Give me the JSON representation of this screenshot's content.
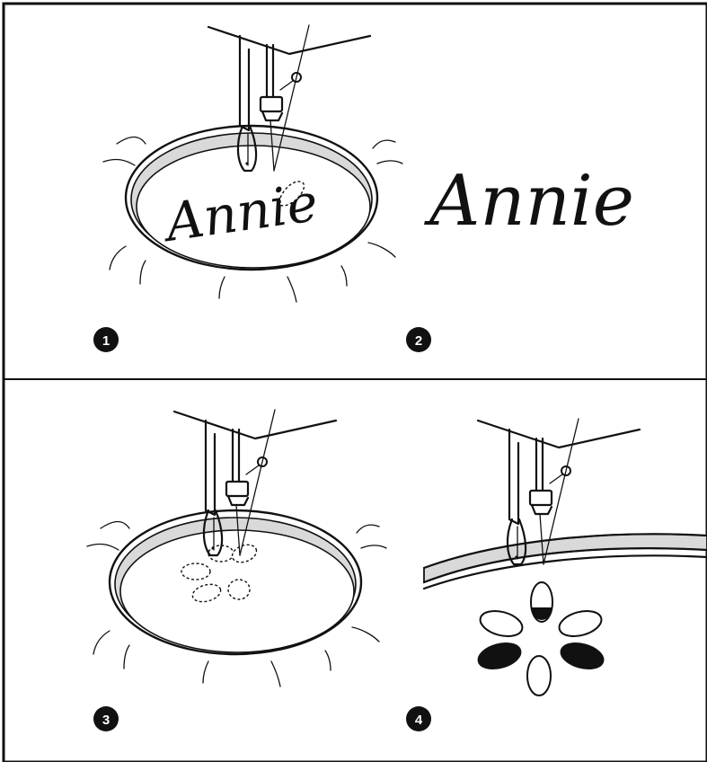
{
  "panels": [
    {
      "step": "1",
      "text": "Annie"
    },
    {
      "step": "2",
      "text": "Annie"
    },
    {
      "step": "3"
    },
    {
      "step": "4"
    }
  ],
  "colors": {
    "ink": "#111111",
    "hoop_band": "#d9d9d9",
    "paper": "#ffffff"
  }
}
